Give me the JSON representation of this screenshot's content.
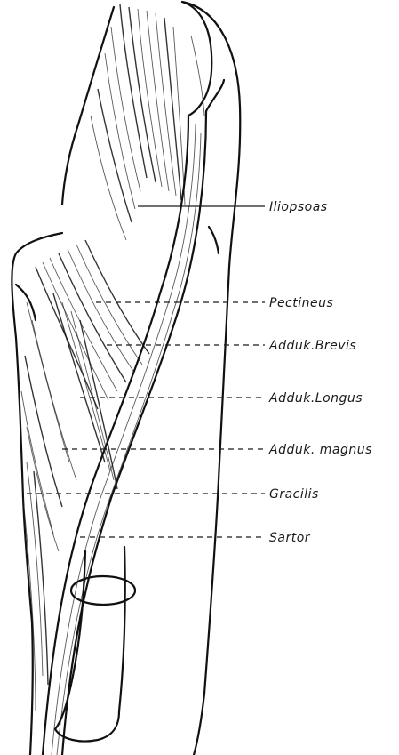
{
  "labels": [
    {
      "key": "iliopsoas",
      "text": "Iliopsoas"
    },
    {
      "key": "pectineus",
      "text": "Pectineus"
    },
    {
      "key": "adduk_brevis",
      "text": "Adduk.Brevis"
    },
    {
      "key": "adduk_longus",
      "text": "Adduk.Longus"
    },
    {
      "key": "adduk_magnus",
      "text": "Adduk. magnus"
    },
    {
      "key": "gracilis",
      "text": "Gracilis"
    },
    {
      "key": "sartor",
      "text": "Sartor"
    }
  ]
}
